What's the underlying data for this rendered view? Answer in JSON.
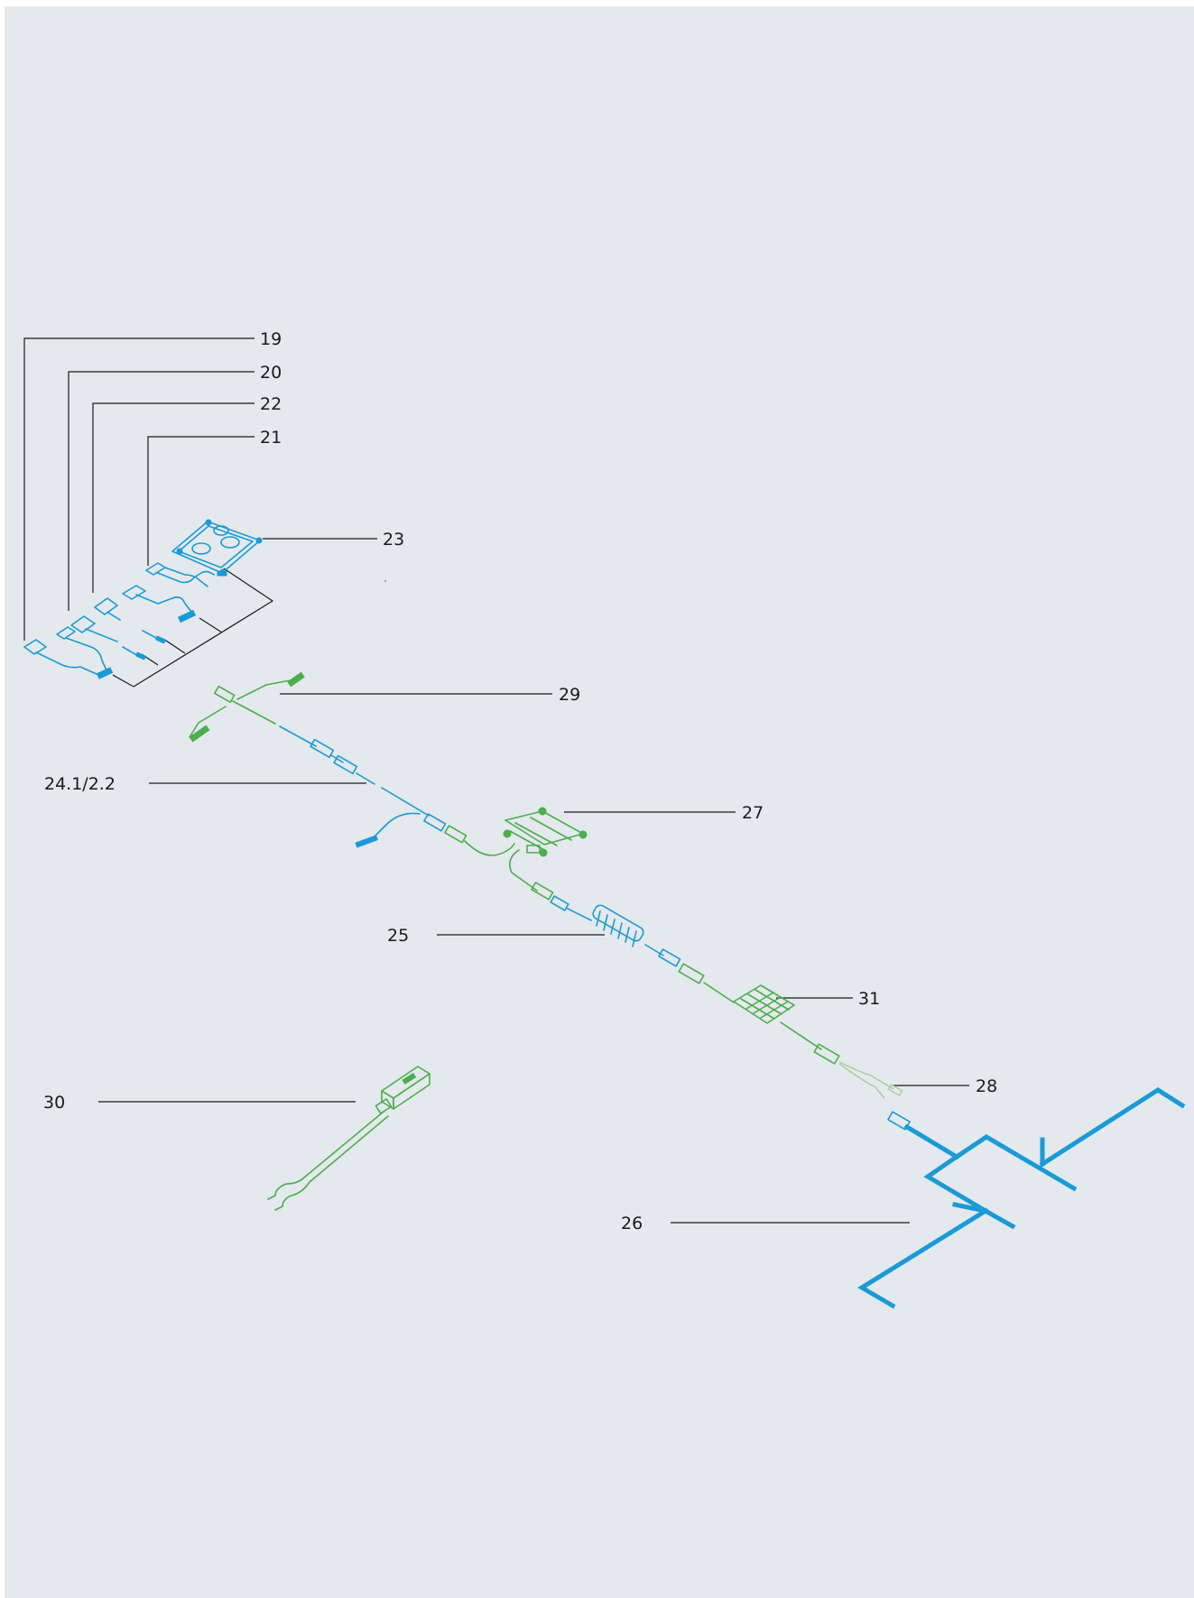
{
  "diagram": {
    "callouts": [
      {
        "id": "c19",
        "label": "19"
      },
      {
        "id": "c20",
        "label": "20"
      },
      {
        "id": "c22",
        "label": "22"
      },
      {
        "id": "c21",
        "label": "21"
      },
      {
        "id": "c23",
        "label": "23"
      },
      {
        "id": "c29",
        "label": "29"
      },
      {
        "id": "c24",
        "label": "24.1/2.2"
      },
      {
        "id": "c27",
        "label": "27"
      },
      {
        "id": "c25",
        "label": "25"
      },
      {
        "id": "c31",
        "label": "31"
      },
      {
        "id": "c28",
        "label": "28"
      },
      {
        "id": "c30",
        "label": "30"
      },
      {
        "id": "c26",
        "label": "26"
      }
    ]
  },
  "colors": {
    "background": "#e4e9ed",
    "blue_parts": "#1a9ad6",
    "green_parts": "#4cae4c",
    "leader_lines": "#1a1a1a"
  }
}
